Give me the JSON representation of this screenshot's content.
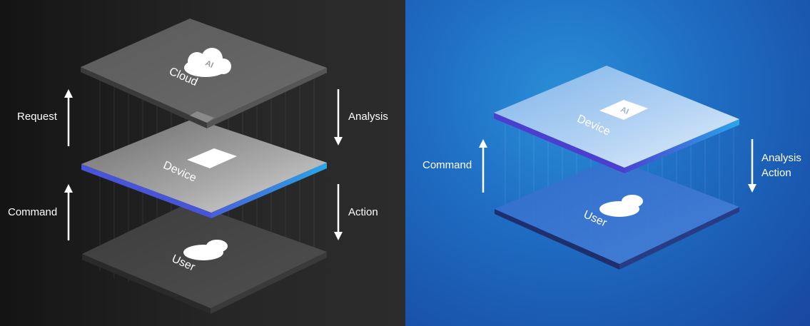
{
  "left_panel": {
    "layers": {
      "cloud": {
        "name": "Cloud",
        "chip": "AI"
      },
      "device": {
        "name": "Device"
      },
      "user": {
        "name": "User"
      }
    },
    "arrows": {
      "request": "Request",
      "analysis": "Analysis",
      "command": "Command",
      "action": "Action"
    }
  },
  "right_panel": {
    "layers": {
      "device": {
        "name": "Device",
        "chip": "AI"
      },
      "user": {
        "name": "User"
      }
    },
    "arrows": {
      "command": "Command",
      "analysis": "Analysis",
      "action": "Action"
    }
  },
  "colors": {
    "left_background": "#1c1c1c",
    "right_background": "#1f64bf",
    "device_edge_glow": "#2f86e0",
    "arrow": "#ffffff"
  }
}
